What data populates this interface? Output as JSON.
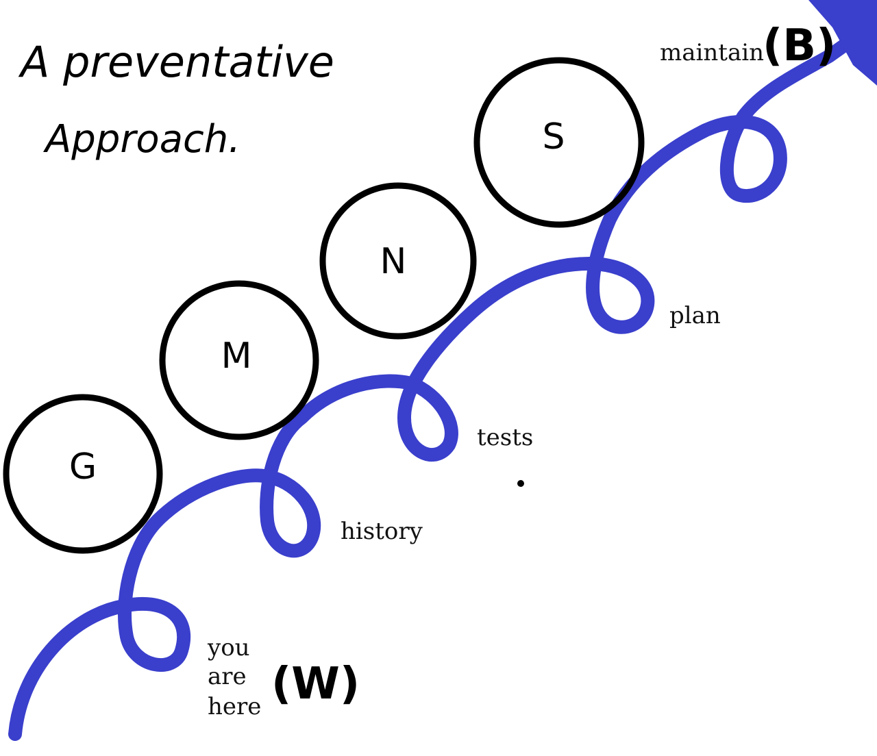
{
  "title": {
    "line1": "A preventative",
    "line2": "Approach."
  },
  "stages": [
    {
      "letter": "G"
    },
    {
      "letter": "M"
    },
    {
      "letter": "N"
    },
    {
      "letter": "S"
    }
  ],
  "path_labels": {
    "start_line1": "you",
    "start_line2": "are",
    "start_line3": "here",
    "history": "history",
    "tests": "tests",
    "plan": "plan",
    "maintain": "maintain"
  },
  "markers": {
    "start": "(W)",
    "end": "(B)"
  },
  "colors": {
    "path": "#3a3fcc",
    "ink": "#000000"
  }
}
